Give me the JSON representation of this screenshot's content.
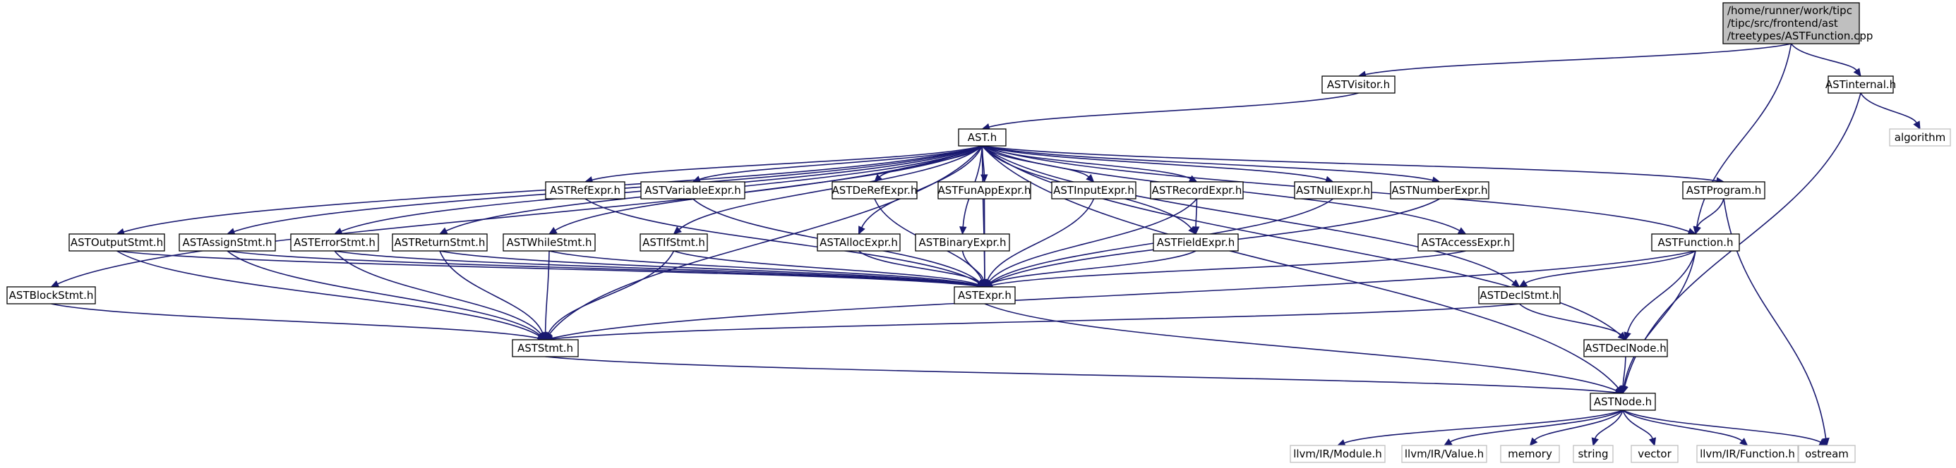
{
  "graph": {
    "nodes": [
      {
        "id": "root",
        "lines": [
          "/home/runner/work/tipc",
          "/tipc/src/frontend/ast",
          "/treetypes/ASTFunction.cpp"
        ],
        "kind": "focus"
      },
      {
        "id": "ASTVisitor",
        "lines": [
          "ASTVisitor.h"
        ],
        "kind": "project"
      },
      {
        "id": "ASTinternal",
        "lines": [
          "ASTinternal.h"
        ],
        "kind": "project"
      },
      {
        "id": "algorithm",
        "lines": [
          "algorithm"
        ],
        "kind": "system"
      },
      {
        "id": "AST",
        "lines": [
          "AST.h"
        ],
        "kind": "project"
      },
      {
        "id": "ASTRefExpr",
        "lines": [
          "ASTRefExpr.h"
        ],
        "kind": "project"
      },
      {
        "id": "ASTVariableExpr",
        "lines": [
          "ASTVariableExpr.h"
        ],
        "kind": "project"
      },
      {
        "id": "ASTDeRefExpr",
        "lines": [
          "ASTDeRefExpr.h"
        ],
        "kind": "project"
      },
      {
        "id": "ASTFunAppExpr",
        "lines": [
          "ASTFunAppExpr.h"
        ],
        "kind": "project"
      },
      {
        "id": "ASTInputExpr",
        "lines": [
          "ASTInputExpr.h"
        ],
        "kind": "project"
      },
      {
        "id": "ASTRecordExpr",
        "lines": [
          "ASTRecordExpr.h"
        ],
        "kind": "project"
      },
      {
        "id": "ASTNullExpr",
        "lines": [
          "ASTNullExpr.h"
        ],
        "kind": "project"
      },
      {
        "id": "ASTNumberExpr",
        "lines": [
          "ASTNumberExpr.h"
        ],
        "kind": "project"
      },
      {
        "id": "ASTProgram",
        "lines": [
          "ASTProgram.h"
        ],
        "kind": "project"
      },
      {
        "id": "ASTOutputStmt",
        "lines": [
          "ASTOutputStmt.h"
        ],
        "kind": "project"
      },
      {
        "id": "ASTAssignStmt",
        "lines": [
          "ASTAssignStmt.h"
        ],
        "kind": "project"
      },
      {
        "id": "ASTErrorStmt",
        "lines": [
          "ASTErrorStmt.h"
        ],
        "kind": "project"
      },
      {
        "id": "ASTReturnStmt",
        "lines": [
          "ASTReturnStmt.h"
        ],
        "kind": "project"
      },
      {
        "id": "ASTWhileStmt",
        "lines": [
          "ASTWhileStmt.h"
        ],
        "kind": "project"
      },
      {
        "id": "ASTIfStmt",
        "lines": [
          "ASTIfStmt.h"
        ],
        "kind": "project"
      },
      {
        "id": "ASTAllocExpr",
        "lines": [
          "ASTAllocExpr.h"
        ],
        "kind": "project"
      },
      {
        "id": "ASTBinaryExpr",
        "lines": [
          "ASTBinaryExpr.h"
        ],
        "kind": "project"
      },
      {
        "id": "ASTFieldExpr",
        "lines": [
          "ASTFieldExpr.h"
        ],
        "kind": "project"
      },
      {
        "id": "ASTAccessExpr",
        "lines": [
          "ASTAccessExpr.h"
        ],
        "kind": "project"
      },
      {
        "id": "ASTFunction",
        "lines": [
          "ASTFunction.h"
        ],
        "kind": "project"
      },
      {
        "id": "ASTBlockStmt",
        "lines": [
          "ASTBlockStmt.h"
        ],
        "kind": "project"
      },
      {
        "id": "ASTExpr",
        "lines": [
          "ASTExpr.h"
        ],
        "kind": "project"
      },
      {
        "id": "ASTDeclStmt",
        "lines": [
          "ASTDeclStmt.h"
        ],
        "kind": "project"
      },
      {
        "id": "ASTStmt",
        "lines": [
          "ASTStmt.h"
        ],
        "kind": "project"
      },
      {
        "id": "ASTDeclNode",
        "lines": [
          "ASTDeclNode.h"
        ],
        "kind": "project"
      },
      {
        "id": "ASTNode",
        "lines": [
          "ASTNode.h"
        ],
        "kind": "project"
      },
      {
        "id": "llvmModule",
        "lines": [
          "llvm/IR/Module.h"
        ],
        "kind": "system"
      },
      {
        "id": "llvmValue",
        "lines": [
          "llvm/IR/Value.h"
        ],
        "kind": "system"
      },
      {
        "id": "memory",
        "lines": [
          "memory"
        ],
        "kind": "system"
      },
      {
        "id": "string",
        "lines": [
          "string"
        ],
        "kind": "system"
      },
      {
        "id": "vector",
        "lines": [
          "vector"
        ],
        "kind": "system"
      },
      {
        "id": "llvmFunction",
        "lines": [
          "llvm/IR/Function.h"
        ],
        "kind": "system"
      },
      {
        "id": "ostream",
        "lines": [
          "ostream"
        ],
        "kind": "system"
      }
    ],
    "edges": [
      [
        "root",
        "ASTVisitor"
      ],
      [
        "root",
        "ASTinternal"
      ],
      [
        "root",
        "ASTFunction"
      ],
      [
        "ASTVisitor",
        "AST"
      ],
      [
        "ASTinternal",
        "algorithm"
      ],
      [
        "ASTinternal",
        "ASTNode"
      ],
      [
        "AST",
        "ASTBlockStmt"
      ],
      [
        "AST",
        "ASTOutputStmt"
      ],
      [
        "AST",
        "ASTAssignStmt"
      ],
      [
        "AST",
        "ASTErrorStmt"
      ],
      [
        "AST",
        "ASTReturnStmt"
      ],
      [
        "AST",
        "ASTWhileStmt"
      ],
      [
        "AST",
        "ASTIfStmt"
      ],
      [
        "AST",
        "ASTRefExpr"
      ],
      [
        "AST",
        "ASTVariableExpr"
      ],
      [
        "AST",
        "ASTAllocExpr"
      ],
      [
        "AST",
        "ASTBinaryExpr"
      ],
      [
        "AST",
        "ASTDeRefExpr"
      ],
      [
        "AST",
        "ASTFunAppExpr"
      ],
      [
        "AST",
        "ASTInputExpr"
      ],
      [
        "AST",
        "ASTRecordExpr"
      ],
      [
        "AST",
        "ASTFieldExpr"
      ],
      [
        "AST",
        "ASTNullExpr"
      ],
      [
        "AST",
        "ASTNumberExpr"
      ],
      [
        "AST",
        "ASTAccessExpr"
      ],
      [
        "AST",
        "ASTProgram"
      ],
      [
        "AST",
        "ASTFunction"
      ],
      [
        "AST",
        "ASTDeclStmt"
      ],
      [
        "AST",
        "ASTDeclNode"
      ],
      [
        "AST",
        "ASTNode"
      ],
      [
        "AST",
        "ASTExpr"
      ],
      [
        "AST",
        "ASTStmt"
      ],
      [
        "ASTRefExpr",
        "ASTExpr"
      ],
      [
        "ASTVariableExpr",
        "ASTExpr"
      ],
      [
        "ASTDeRefExpr",
        "ASTExpr"
      ],
      [
        "ASTFunAppExpr",
        "ASTExpr"
      ],
      [
        "ASTInputExpr",
        "ASTExpr"
      ],
      [
        "ASTRecordExpr",
        "ASTExpr"
      ],
      [
        "ASTRecordExpr",
        "ASTFieldExpr"
      ],
      [
        "ASTNullExpr",
        "ASTExpr"
      ],
      [
        "ASTNumberExpr",
        "ASTExpr"
      ],
      [
        "ASTProgram",
        "ASTFunction"
      ],
      [
        "ASTProgram",
        "ostream"
      ],
      [
        "ASTOutputStmt",
        "ASTExpr"
      ],
      [
        "ASTOutputStmt",
        "ASTStmt"
      ],
      [
        "ASTAssignStmt",
        "ASTExpr"
      ],
      [
        "ASTAssignStmt",
        "ASTStmt"
      ],
      [
        "ASTErrorStmt",
        "ASTExpr"
      ],
      [
        "ASTErrorStmt",
        "ASTStmt"
      ],
      [
        "ASTReturnStmt",
        "ASTExpr"
      ],
      [
        "ASTReturnStmt",
        "ASTStmt"
      ],
      [
        "ASTWhileStmt",
        "ASTExpr"
      ],
      [
        "ASTWhileStmt",
        "ASTStmt"
      ],
      [
        "ASTIfStmt",
        "ASTExpr"
      ],
      [
        "ASTIfStmt",
        "ASTStmt"
      ],
      [
        "ASTAllocExpr",
        "ASTExpr"
      ],
      [
        "ASTBinaryExpr",
        "ASTExpr"
      ],
      [
        "ASTFieldExpr",
        "ASTExpr"
      ],
      [
        "ASTAccessExpr",
        "ASTExpr"
      ],
      [
        "ASTFunction",
        "ASTDeclStmt"
      ],
      [
        "ASTFunction",
        "ASTStmt"
      ],
      [
        "ASTFunction",
        "ASTDeclNode"
      ],
      [
        "ASTFunction",
        "ASTNode"
      ],
      [
        "ASTBlockStmt",
        "ASTStmt"
      ],
      [
        "ASTExpr",
        "ASTNode"
      ],
      [
        "ASTDeclStmt",
        "ASTStmt"
      ],
      [
        "ASTDeclStmt",
        "ASTDeclNode"
      ],
      [
        "ASTStmt",
        "ASTNode"
      ],
      [
        "ASTDeclNode",
        "ASTNode"
      ],
      [
        "ASTNode",
        "llvmModule"
      ],
      [
        "ASTNode",
        "llvmValue"
      ],
      [
        "ASTNode",
        "memory"
      ],
      [
        "ASTNode",
        "string"
      ],
      [
        "ASTNode",
        "vector"
      ],
      [
        "ASTNode",
        "llvmFunction"
      ],
      [
        "ASTNode",
        "ostream"
      ]
    ]
  },
  "colors": {
    "edge": "#191970",
    "project_border": "#000000",
    "system_border": "#bfbfbf",
    "focus_fill": "#bfbfbf"
  }
}
